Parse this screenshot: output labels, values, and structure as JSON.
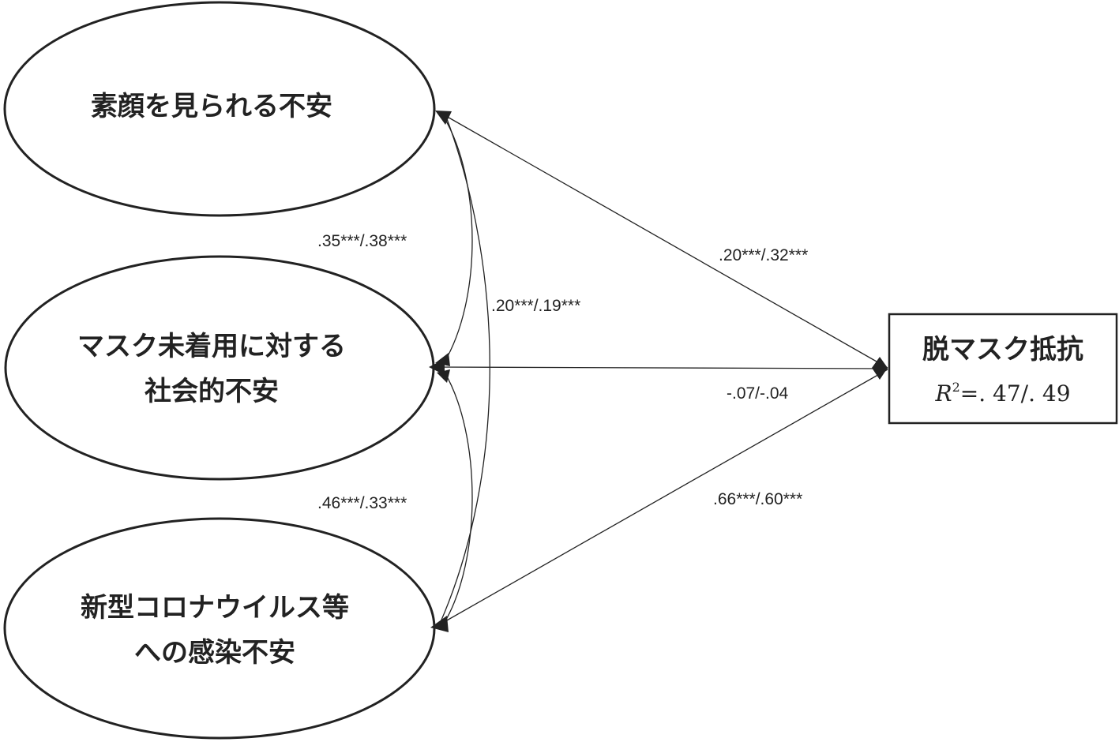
{
  "nodes": {
    "suppin": {
      "label": "素顔を見られる不安"
    },
    "no_mask": {
      "line1": "マスク未着用に対する",
      "line2": "社会的不安"
    },
    "covid": {
      "line1": "新型コロナウイルス等",
      "line2": "への感染不安"
    },
    "outcome": {
      "title": "脱マスク抵抗",
      "r2_symbol": "R",
      "r2_exp": "2",
      "r2_value": "=. 47/. 49"
    }
  },
  "paths": {
    "suppin_to_outcome": ".20***/.32***",
    "no_mask_to_outcome": "-.07/-.04",
    "covid_to_outcome": ".66***/.60***"
  },
  "correlations": {
    "suppin_no_mask": ".35***/.38***",
    "suppin_covid": ".20***/.19***",
    "no_mask_covid": ".46***/.33***"
  },
  "colors": {
    "stroke": "#222222",
    "text": "#222222",
    "background": "#ffffff"
  }
}
